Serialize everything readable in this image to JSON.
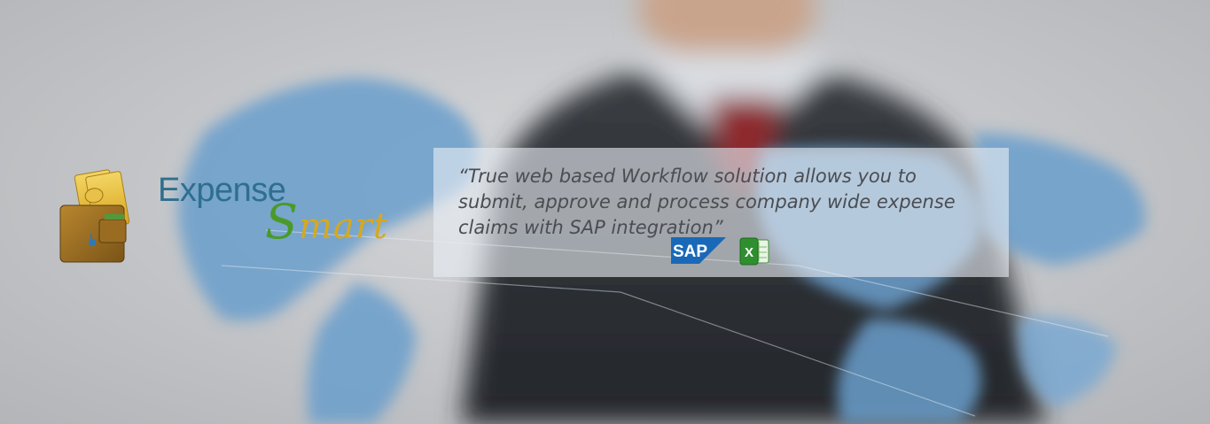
{
  "brand": {
    "word1": "Expense",
    "word2_initial": "S",
    "word2_rest": "mart"
  },
  "quote": {
    "text": "“True web based Workflow solution allows you to submit, approve and process company wide expense claims with SAP integration”"
  },
  "integrations": {
    "sap_label": "SAP",
    "excel_label": "X"
  },
  "colors": {
    "brand_blue": "#2e6f8e",
    "brand_green": "#4a9a2a",
    "brand_gold": "#d6a820",
    "sap_blue": "#1a69b8"
  },
  "icons": [
    "wallet-money-icon",
    "sap-logo-icon",
    "excel-logo-icon"
  ]
}
